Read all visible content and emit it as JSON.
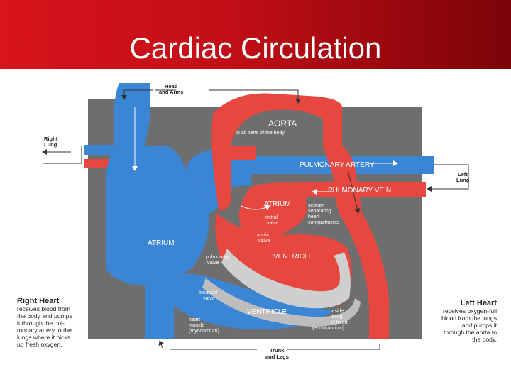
{
  "slide": {
    "title": "Cardiac Circulation"
  },
  "diagram": {
    "labels": {
      "head_and_arms_1": "Head",
      "head_and_arms_2": "and Arms",
      "right_lung_1": "Right",
      "right_lung_2": "Lung",
      "left_lung_1": "Left",
      "left_lung_2": "Lung",
      "trunk_legs_1": "Trunk",
      "trunk_legs_2": "and Legs",
      "aorta": "AORTA",
      "aorta_sub": "to all parts of the body",
      "pulmonary_artery": "PULMONARY ARTERY",
      "pulmonary_vein": "PULMONARY VEIN",
      "left_atrium": "ATRIUM",
      "right_atrium": "ATRIUM",
      "left_ventricle": "VENTRICLE",
      "right_ventricle": "VENTRICLE",
      "septum_1": "septum",
      "septum_2": "separating",
      "septum_3": "heart",
      "septum_4": "compartments",
      "mitral_1": "mitral",
      "mitral_2": "valve",
      "aortic_1": "aortic",
      "aortic_2": "valve",
      "pulmonary_valve_1": "pulmonary",
      "pulmonary_valve_2": "valve",
      "tricuspid_1": "tricuspid",
      "tricuspid_2": "valve",
      "muscle_1": "heart",
      "muscle_2": "muscle",
      "muscle_3": "(myocardium)",
      "lining_1": "inside",
      "lining_2": "lining",
      "lining_3": "of heart",
      "lining_4": "(endocardium)"
    },
    "right_heart": {
      "title": "Right Heart",
      "lines": [
        "receives blood from",
        "the body and pumps",
        "it through the pul-",
        "monary artery to the",
        "lungs where it picks",
        "up fresh oxygen."
      ]
    },
    "left_heart": {
      "title": "Left Heart",
      "lines": [
        "receives oxygen-full",
        "blood from the lungs",
        "and pumps it",
        "through the aorta to",
        "the body."
      ]
    },
    "colors": {
      "oxygenated": "#e8473f",
      "deoxygenated": "#3a86d4",
      "background_panel": "#6e6e6e",
      "septum": "#cfcfcf",
      "title_bar": "#c8101a"
    }
  }
}
